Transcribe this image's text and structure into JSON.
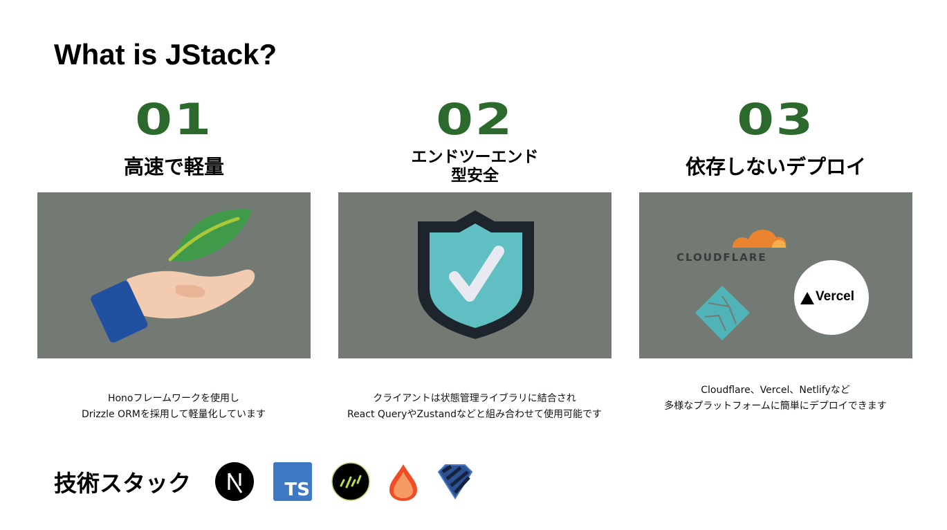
{
  "title": "What is JStack?",
  "features": [
    {
      "number": "01",
      "heading": "高速で軽量",
      "desc_lines": [
        "Honoフレームワークを使用し",
        "Drizzle ORMを採用して軽量化しています"
      ],
      "image": "hand-leaf-illustration"
    },
    {
      "number": "02",
      "heading_lines": [
        "エンドツーエンド",
        "型安全"
      ],
      "desc_lines": [
        "クライアントは状態管理ライブラリに結合され",
        "React QueryやZustandなどと組み合わせて使用可能です"
      ],
      "image": "shield-check-illustration"
    },
    {
      "number": "03",
      "heading": "依存しないデプロイ",
      "desc_lines": [
        "Cloudflare、Vercel、Netlifyなど",
        "多様なプラットフォームに簡単にデプロイできます"
      ],
      "logos": {
        "cloudflare": "CLOUDFLARE",
        "vercel": "Vercel",
        "netlify": "netlify-icon"
      }
    }
  ],
  "stack": {
    "label": "技術スタック",
    "icons": [
      "nextjs-icon",
      "typescript-icon",
      "hono-icon",
      "hono-flame-icon",
      "drizzle-icon"
    ],
    "ts_text": "TS",
    "nextjs_letter": "N"
  },
  "colors": {
    "accent": "#2b6a2c",
    "panel": "#737a74"
  }
}
